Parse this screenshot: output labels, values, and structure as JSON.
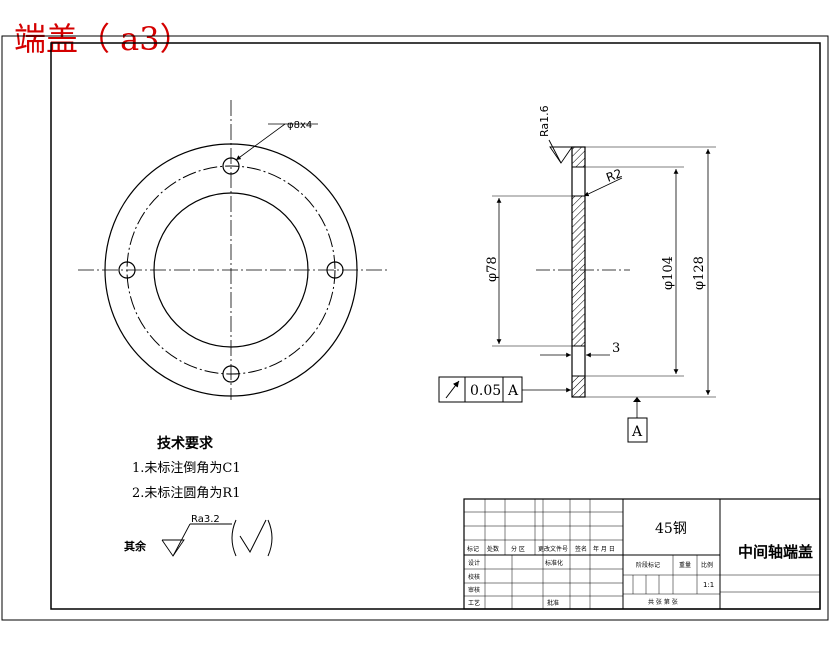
{
  "header": {
    "title": "端盖（ a3）"
  },
  "front_view": {
    "hole_callout": "φ8x4"
  },
  "section_view": {
    "roughness_top": "Ra1.6",
    "fillet": "R2",
    "dim_inner": "φ78",
    "dim_middle": "φ104",
    "dim_outer": "φ128",
    "dim_thickness": "3",
    "tolerance_value": "0.05",
    "tolerance_datum": "A",
    "datum_label": "A"
  },
  "tech_requirements": {
    "heading": "技术要求",
    "items": [
      "1.未标注倒角为C1",
      "2.未标注圆角为R1"
    ]
  },
  "roughness_note": {
    "label": "其余",
    "value": "Ra3.2"
  },
  "title_block": {
    "material": "45钢",
    "part_name": "中间轴端盖",
    "scale": "1:1",
    "row_labels": [
      "标记",
      "设计",
      "校核",
      "审核",
      "工艺"
    ],
    "header_labels": [
      "处数",
      "分 区",
      "更改文件号",
      "签名",
      "年 月 日"
    ],
    "standardization": "标准化",
    "approval": "批准",
    "stage_mark": "阶段标记",
    "weight": "重量",
    "ratio": "比例",
    "sheet_info": "共 张 第 张"
  }
}
